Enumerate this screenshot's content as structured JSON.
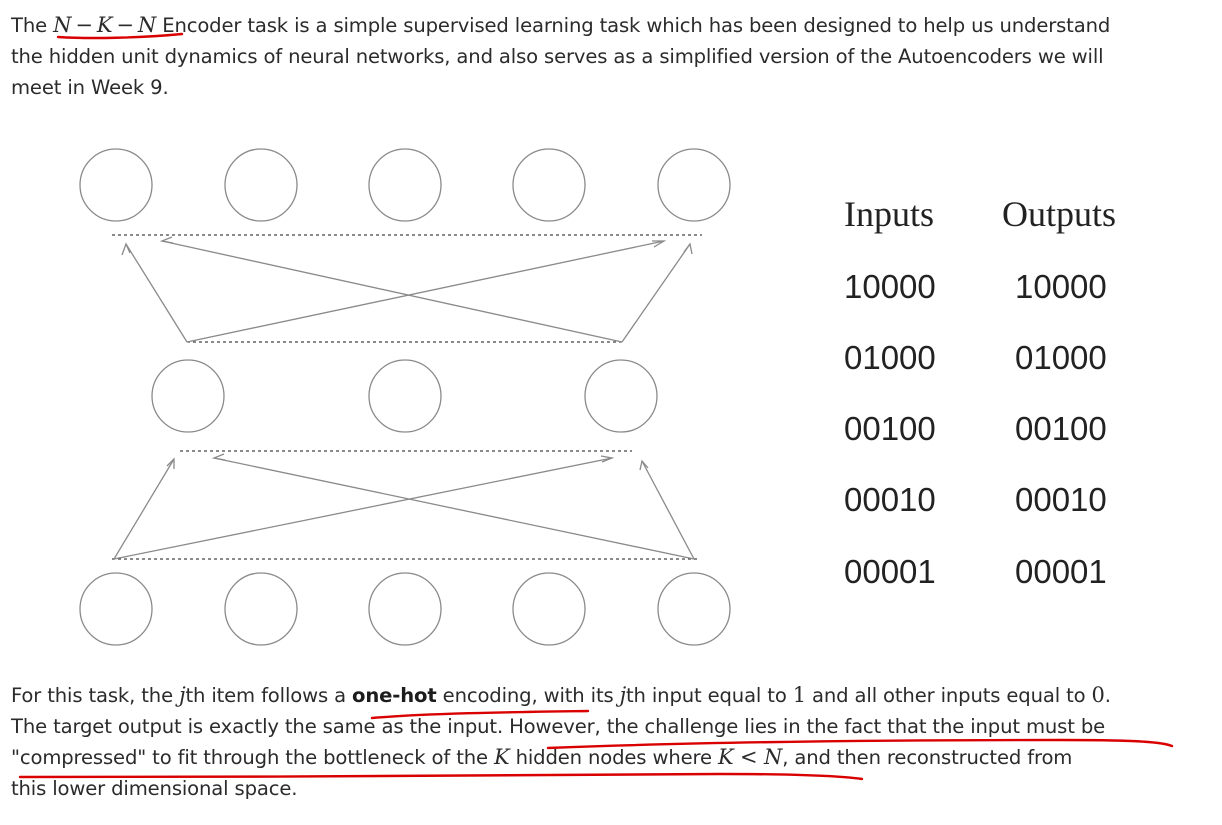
{
  "intro": {
    "line1_before": "The ",
    "line1_math": "N − K − N",
    "line1_after": " Encoder task is a simple supervised learning task which has been designed to help us understand",
    "line2": "the hidden unit dynamics of neural networks, and also serves as a simplified version of the Autoencoders we will",
    "line3": "meet in Week 9."
  },
  "figure": {
    "table": {
      "headers": [
        "Inputs",
        "Outputs"
      ],
      "rows": [
        [
          "10000",
          "10000"
        ],
        [
          "01000",
          "01000"
        ],
        [
          "00100",
          "00100"
        ],
        [
          "00010",
          "00010"
        ],
        [
          "00001",
          "00001"
        ]
      ]
    }
  },
  "outro": {
    "l1_a": "For this task, the ",
    "l1_j1": "j",
    "l1_b": "th item follows a ",
    "l1_bold": "one-hot",
    "l1_c": " encoding, with its ",
    "l1_j2": "j",
    "l1_d": "th input equal to ",
    "l1_one": "1",
    "l1_e": " and all other inputs equal to ",
    "l1_zero": "0",
    "l1_f": ".",
    "l2": "The target output is exactly the same as the input. However, the challenge lies in the fact that the input must be",
    "l3_a": "\"compressed\" to fit through the bottleneck of the ",
    "l3_k": "K",
    "l3_b": " hidden nodes where ",
    "l3_ineq": "K < N",
    "l3_c": ", and then reconstructed from",
    "l4": "this lower dimensional space."
  },
  "colors": {
    "annotation": "#d90000",
    "text": "#2b2b2b",
    "diagram": "#8a8a8a"
  }
}
